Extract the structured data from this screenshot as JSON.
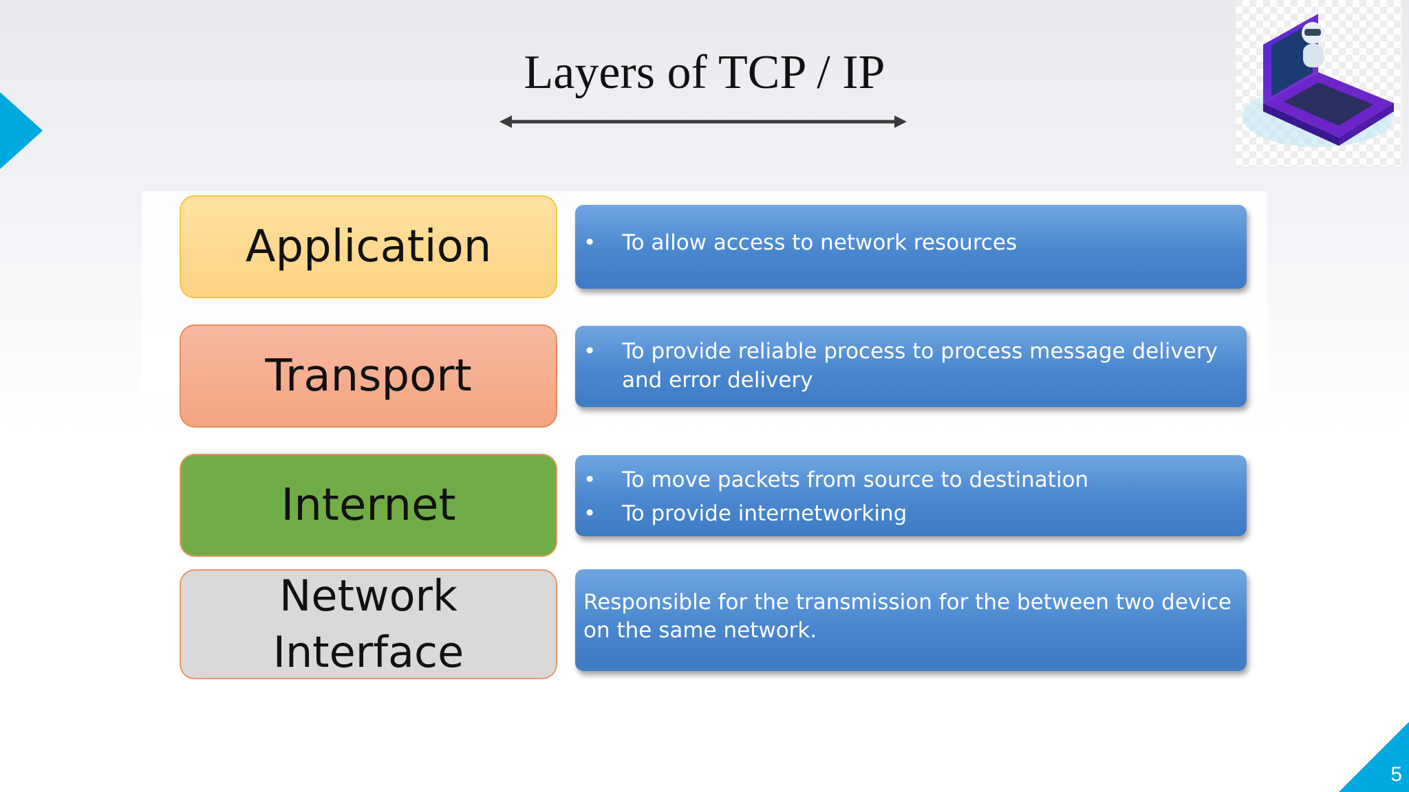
{
  "slide": {
    "title": "Layers of TCP / IP",
    "page_number": "5",
    "accent_color": "#00a8e0"
  },
  "layers": [
    {
      "name": "Application",
      "color": "#ffd98e",
      "description_bullets": [
        "To allow access to network resources"
      ]
    },
    {
      "name": "Transport",
      "color": "#f4ab8c",
      "description_bullets": [
        "To provide reliable process to process message delivery and error delivery"
      ]
    },
    {
      "name": "Internet",
      "color": "#70ad47",
      "description_bullets": [
        "To move packets from source to destination",
        "To provide internetworking"
      ]
    },
    {
      "name": "Network\nInterface",
      "color": "#d9d9d9",
      "description_text": "Responsible for the transmission for the between two device on the same network."
    }
  ],
  "bullet_symbol": "•",
  "description_color": "#4a87cf"
}
